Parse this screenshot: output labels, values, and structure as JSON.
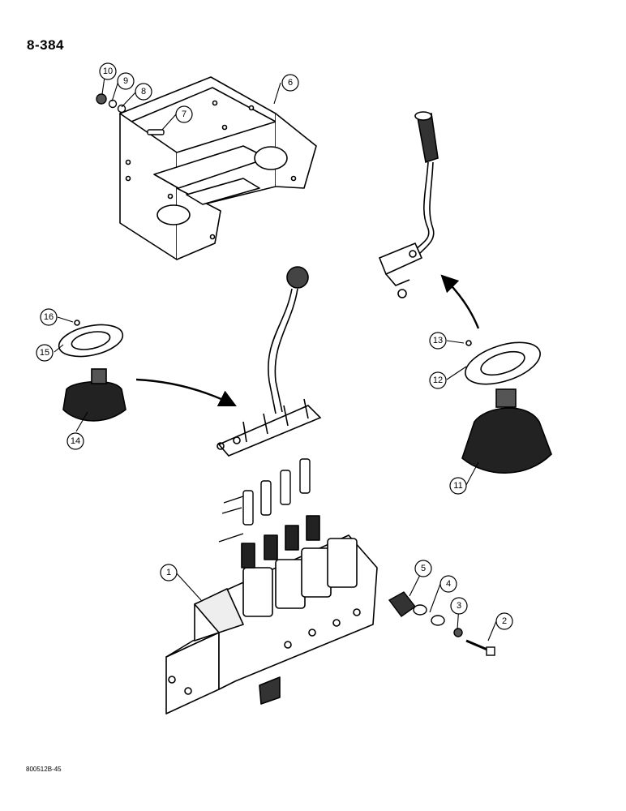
{
  "page_number": "8-384",
  "figure_code": "800512B-45",
  "callouts": [
    {
      "label": "1",
      "part": "control-valve"
    },
    {
      "label": "2",
      "part": "bolt"
    },
    {
      "label": "3",
      "part": "lock-nut"
    },
    {
      "label": "4",
      "part": "washer"
    },
    {
      "label": "5",
      "part": "spool-cap"
    },
    {
      "label": "6",
      "part": "mounting-bracket"
    },
    {
      "label": "7",
      "part": "bracket-bolt"
    },
    {
      "label": "8",
      "part": "washer"
    },
    {
      "label": "9",
      "part": "lock-washer"
    },
    {
      "label": "10",
      "part": "nut"
    },
    {
      "label": "11",
      "part": "boot"
    },
    {
      "label": "12",
      "part": "boot-plate"
    },
    {
      "label": "13",
      "part": "screw"
    },
    {
      "label": "14",
      "part": "boot"
    },
    {
      "label": "15",
      "part": "boot-plate"
    },
    {
      "label": "16",
      "part": "screw"
    }
  ]
}
